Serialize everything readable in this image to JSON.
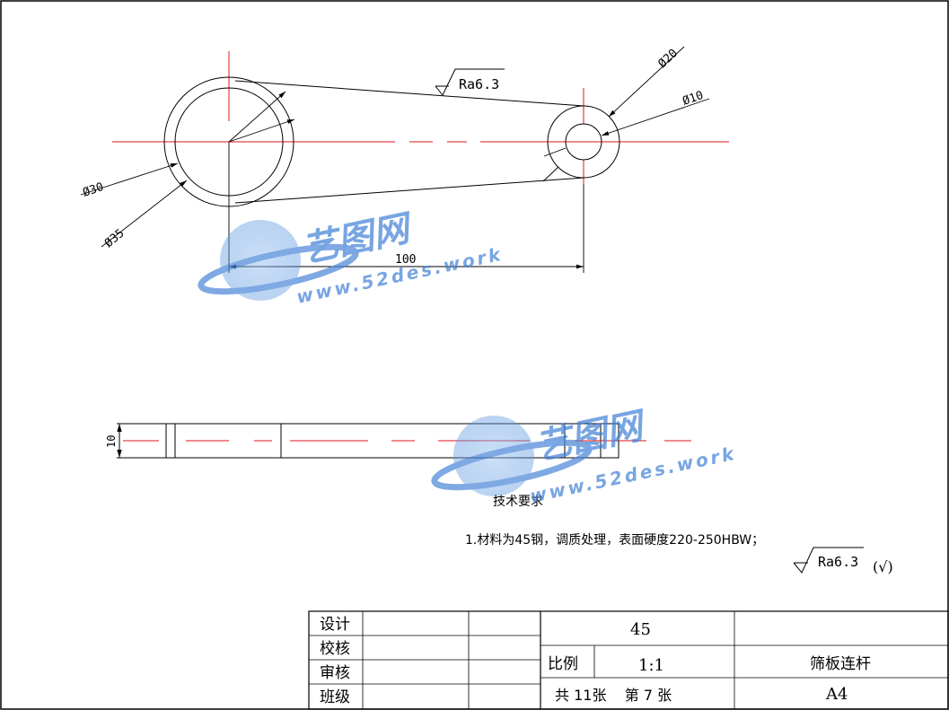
{
  "drawing": {
    "roughness_top": "Ra6.3",
    "dim_d20": "Ø20",
    "dim_d10": "Ø10",
    "dim_d30": "Ø30",
    "dim_d35": "Ø35",
    "dim_length": "100",
    "dim_thickness": "10",
    "colors": {
      "line": "#000000",
      "centerline": "#e0141e",
      "watermark": "#3f7fd6"
    }
  },
  "notes": {
    "heading": "技术要求",
    "item1": "1.材料为45钢，调质处理，表面硬度220-250HBW；",
    "roughness_general": "Ra6.3",
    "roughness_paren": "(√)"
  },
  "title_block": {
    "design_label": "设计",
    "check_label": "校核",
    "review_label": "审核",
    "class_label": "班级",
    "material": "45",
    "scale_label": "比例",
    "scale_value": "1:1",
    "sheets": "共 11张    第 7 张",
    "part_name": "筛板连杆",
    "paper_size": "A4"
  },
  "watermark": {
    "brand": "艺图网",
    "url": "www.52des.work"
  }
}
